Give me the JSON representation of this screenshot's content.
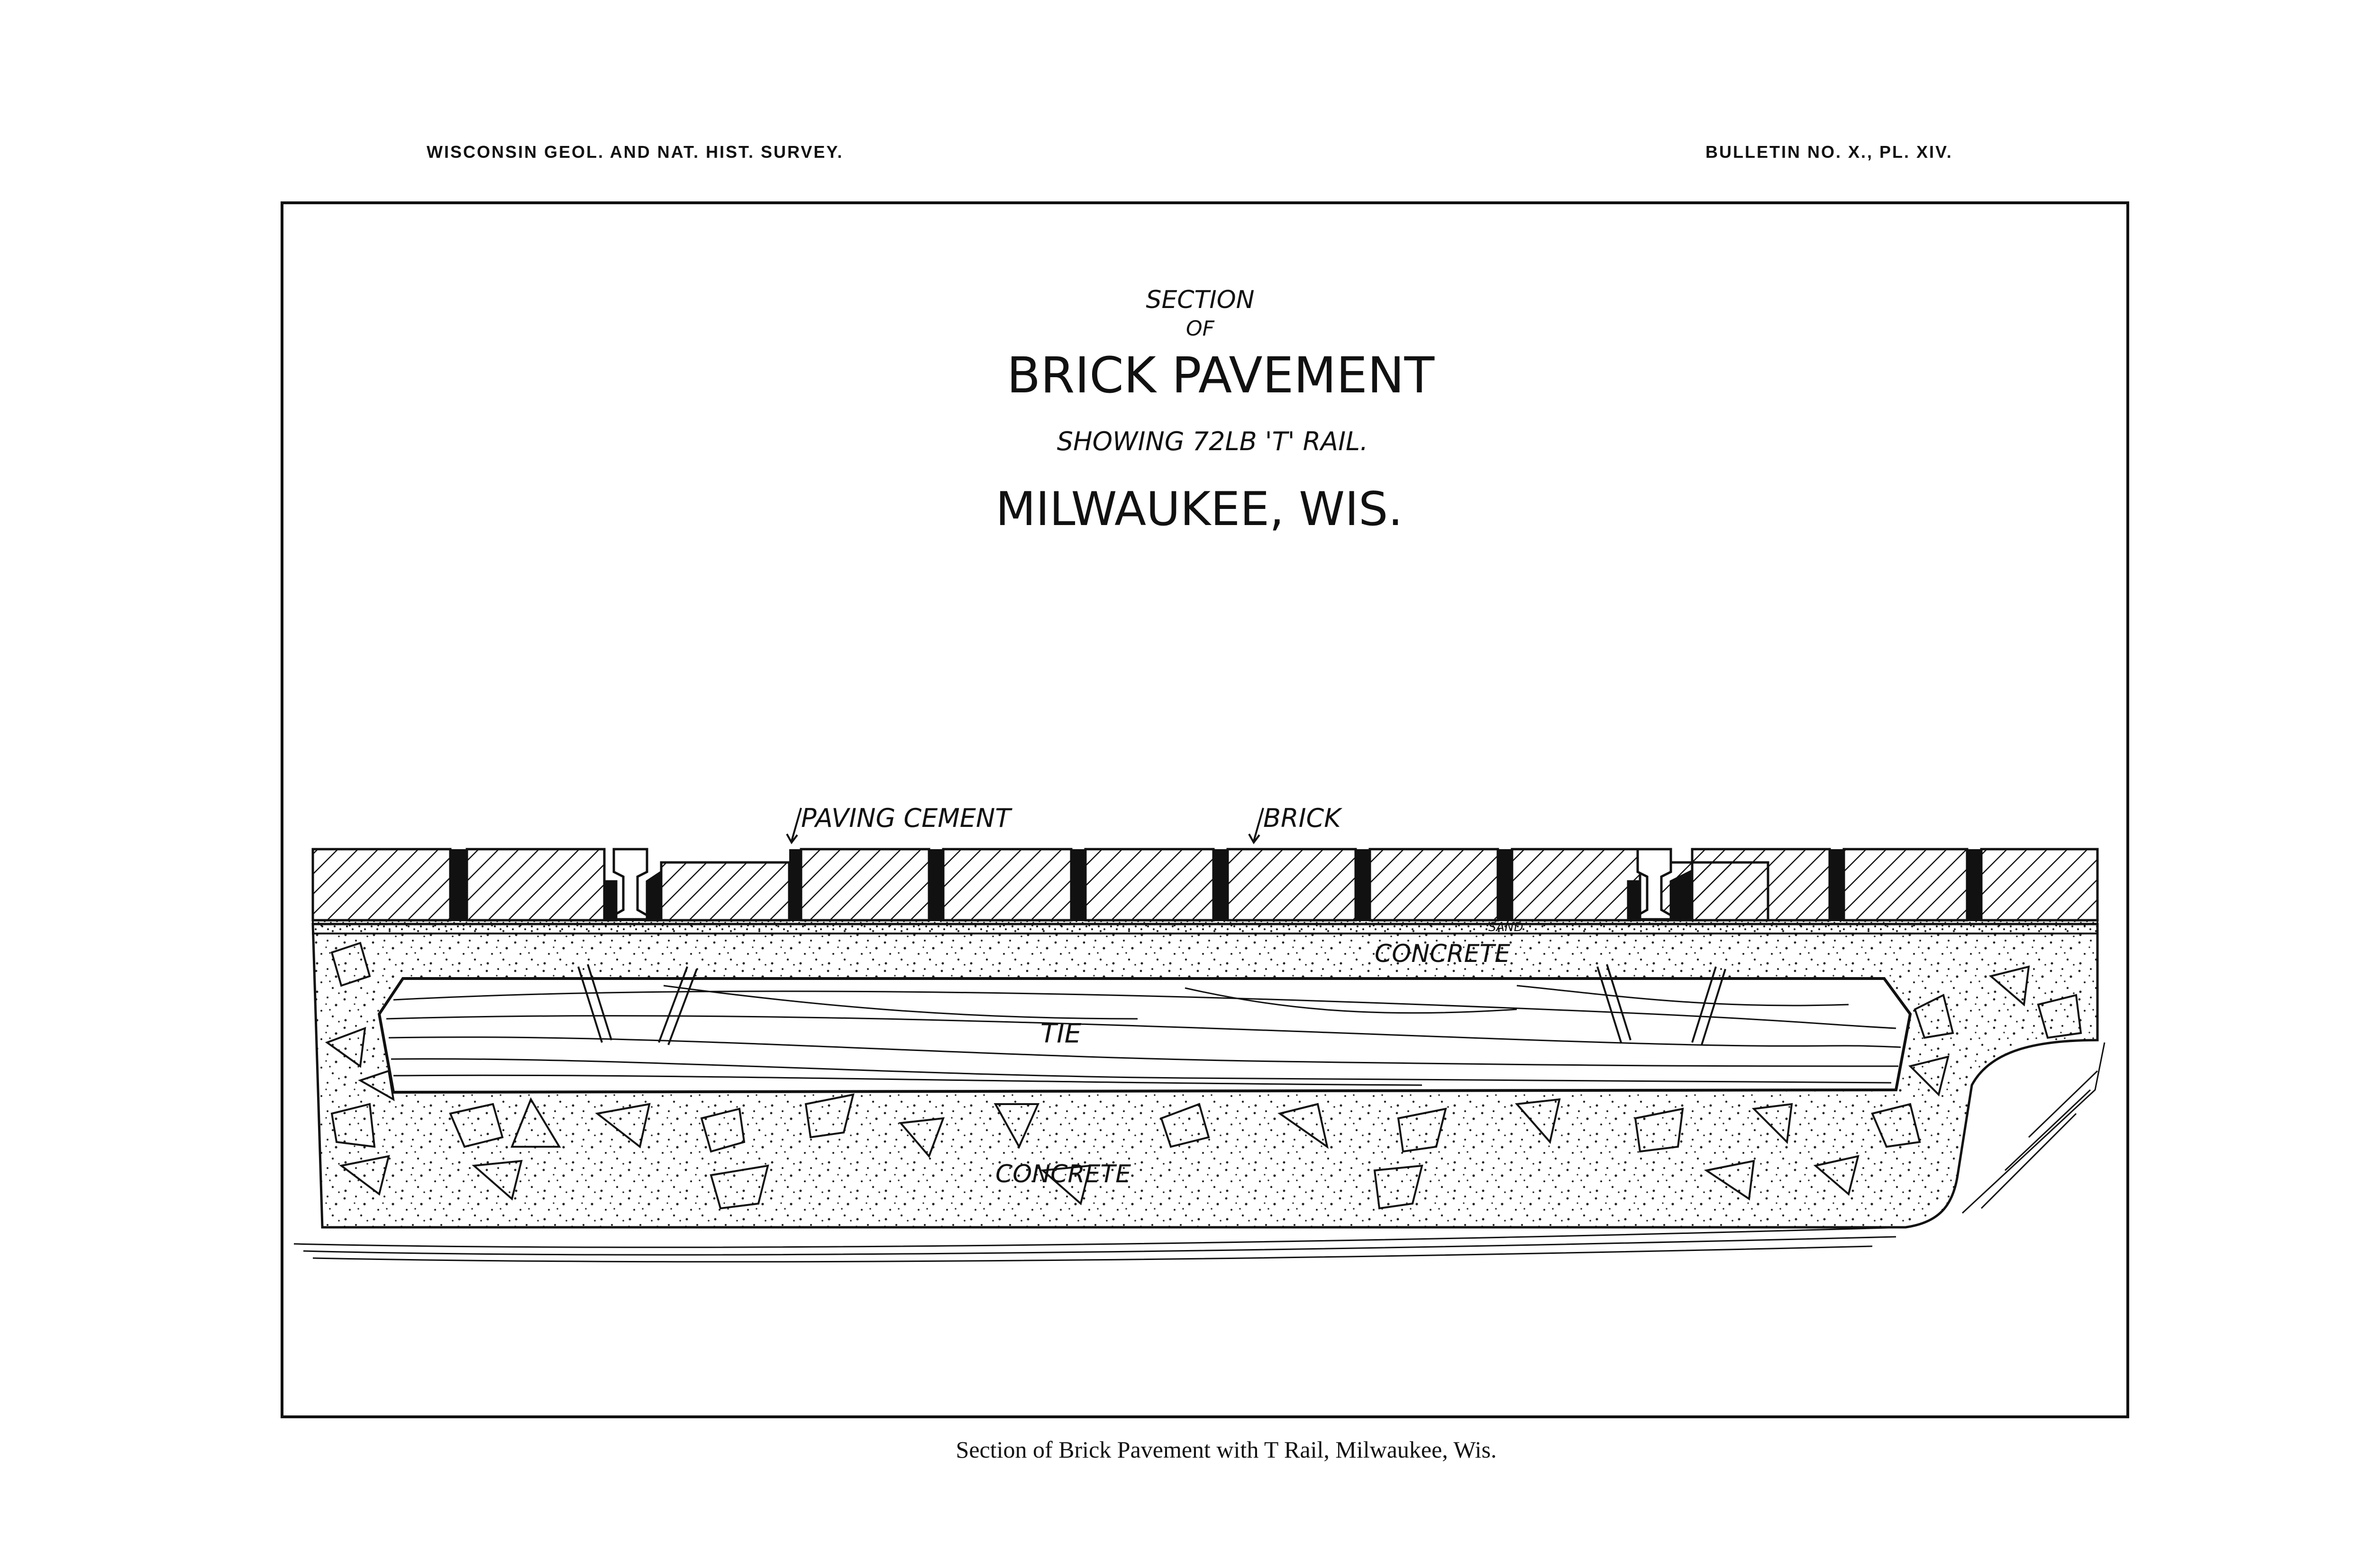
{
  "header": {
    "left": "WISCONSIN GEOL. AND NAT. HIST. SURVEY.",
    "right": "BULLETIN NO. X., PL. XIV."
  },
  "plate": {
    "title_line1": "SECTION",
    "title_line2": "OF",
    "title_main": "BRICK PAVEMENT",
    "subtitle": "SHOWING 72LB 'T' RAIL.",
    "location": "MILWAUKEE, WIS."
  },
  "labels": {
    "paving_cement": "PAVING CEMENT",
    "brick": "BRICK",
    "sand": "SAND",
    "concrete_upper": "CONCRETE",
    "tie": "TIE",
    "concrete_lower": "CONCRETE"
  },
  "caption": "Section of Brick Pavement with T Rail, Milwaukee, Wis."
}
